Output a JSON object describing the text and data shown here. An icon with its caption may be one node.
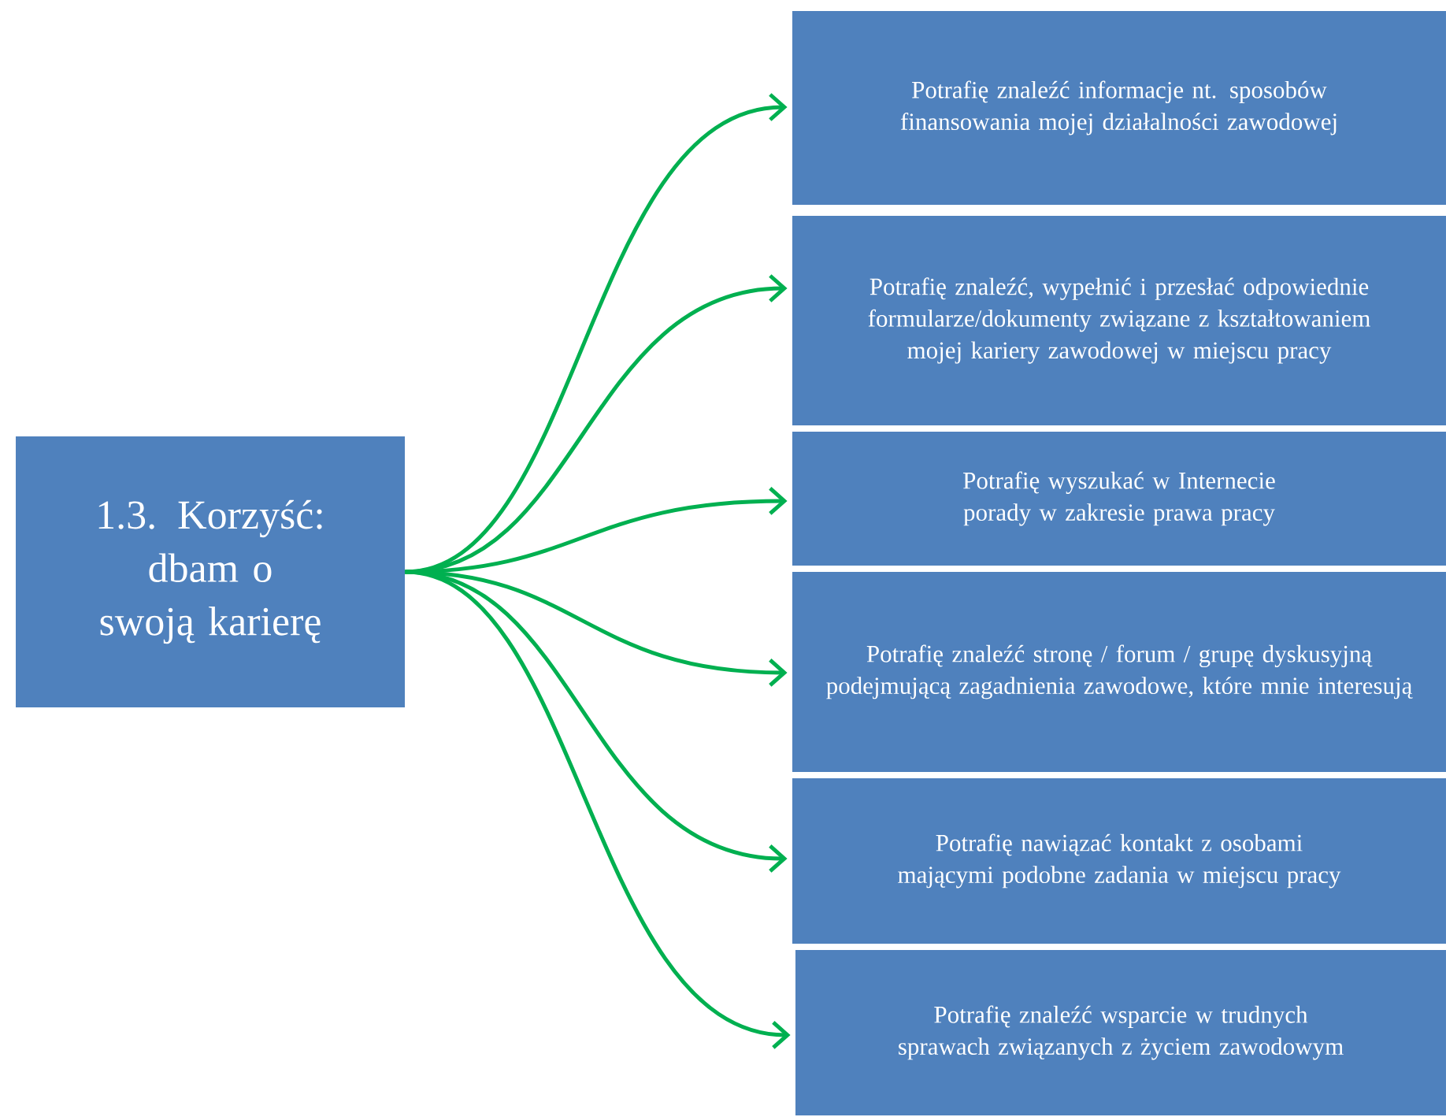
{
  "diagram": {
    "nodes": [
      {
        "text": [
          "1.3. Korzyść: dbam o swoją karierę"
        ]
      },
      {
        "text": [
          "Potrafię znaleźć informacje nt. sposobów finansowania mojej działalności zawodowej"
        ]
      },
      {
        "text": [
          "Potrafię znaleźć, wypełnić i przesłać odpowiednie formularze/dokumenty związane z kształtowaniem mojej kariery zawodowej w miejscu pracy"
        ]
      },
      {
        "text": [
          "Potrafię wyszukać w Internecie porady w zakresie prawa pracy"
        ]
      },
      {
        "text": [
          "Potrafię znaleźć stronę / forum / grupę dyskusyjną podejmującą zagadnienia zawodowe, które mnie interesują"
        ]
      },
      {
        "text": [
          "Potrafię nawiązać kontakt z osobami mającymi podobne zadania w miejscu pracy"
        ]
      },
      {
        "text": [
          "Potrafię znaleźć wsparcie w trudnych sprawach związanych z życiem zawodowym"
        ]
      }
    ],
    "edges": [
      {
        "from": 0,
        "to": 1,
        "arrow": "to"
      },
      {
        "from": 0,
        "to": 2,
        "arrow": "to"
      },
      {
        "from": 0,
        "to": 3,
        "arrow": "to"
      },
      {
        "from": 0,
        "to": 4,
        "arrow": "to"
      },
      {
        "from": 0,
        "to": 5,
        "arrow": "to"
      },
      {
        "from": 0,
        "to": 6,
        "arrow": "to"
      }
    ]
  }
}
